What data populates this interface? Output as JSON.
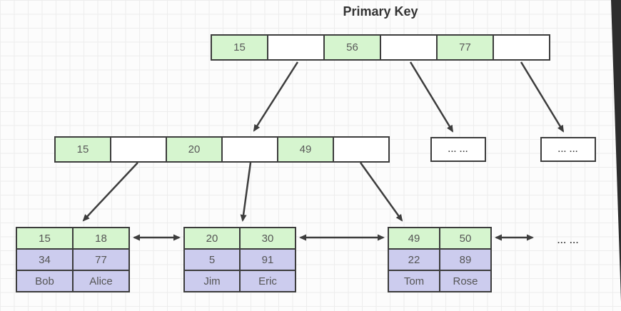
{
  "title": "Primary Key",
  "colors": {
    "key_cell_green": "#d6f5cf",
    "data_cell_purple": "#ccccee",
    "shape_border": "#3c3c3c",
    "arrow": "#3d3d3d"
  },
  "root_node": {
    "cells": [
      "15",
      "",
      "56",
      "",
      "77",
      ""
    ]
  },
  "internal_node": {
    "cells": [
      "15",
      "",
      "20",
      "",
      "49",
      ""
    ]
  },
  "ellipsis_boxes": [
    {
      "label": "... ..."
    },
    {
      "label": "... ..."
    }
  ],
  "leaf_tables": [
    {
      "rows": [
        [
          "15",
          "18"
        ],
        [
          "34",
          "77"
        ],
        [
          "Bob",
          "Alice"
        ]
      ]
    },
    {
      "rows": [
        [
          "20",
          "30"
        ],
        [
          "5",
          "91"
        ],
        [
          "Jim",
          "Eric"
        ]
      ]
    },
    {
      "rows": [
        [
          "49",
          "50"
        ],
        [
          "22",
          "89"
        ],
        [
          "Tom",
          "Rose"
        ]
      ]
    }
  ],
  "trailing_ellipsis": "... ..."
}
